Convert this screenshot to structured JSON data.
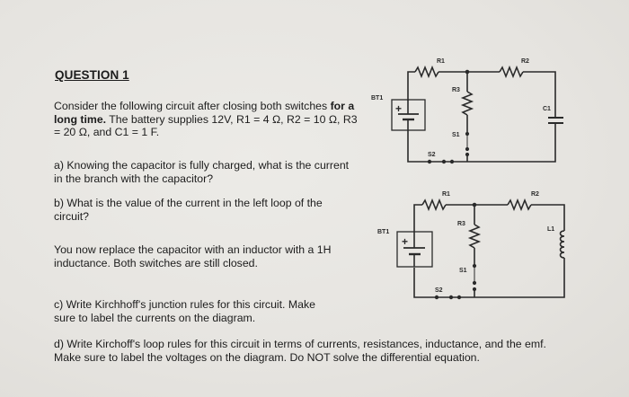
{
  "question": {
    "title": "QUESTION 1",
    "intro_part1": "Consider the following circuit after closing both switches",
    "intro_bold": "for a long time.",
    "intro_part2": " The battery supplies 12V, R1 = 4 Ω, R2 = 10 Ω, R3 = 20 Ω, and C1 = 1 F.",
    "part_a": "a) Knowing the capacitor is fully charged, what is the current in the branch with the capacitor?",
    "part_b": "b) What is the value of the current in the left loop of the circuit?",
    "inductor_note": "You now replace the capacitor with an inductor with a 1H inductance. Both switches are still closed.",
    "part_c": "c) Write Kirchhoff's junction rules for this circuit. Make sure to label the currents on the diagram.",
    "part_d": "d) Write Kirchoff's loop rules for this circuit in terms of currents, resistances, inductance, and the emf. Make sure to label the voltages on the diagram. Do NOT solve the differential equation."
  },
  "circuit_capacitor": {
    "labels": {
      "battery": "BT1",
      "plus": "+",
      "r1": "R1",
      "r2": "R2",
      "r3": "R3",
      "c1": "C1",
      "s1": "S1",
      "s2": "S2"
    }
  },
  "circuit_inductor": {
    "labels": {
      "battery": "BT1",
      "plus": "+",
      "r1": "R1",
      "r2": "R2",
      "r3": "R3",
      "l1": "L1",
      "s1": "S1",
      "s2": "S2"
    }
  },
  "colors": {
    "background": "#e7e5e1",
    "text": "#1c1c1c",
    "wire": "#2a2a2a"
  }
}
